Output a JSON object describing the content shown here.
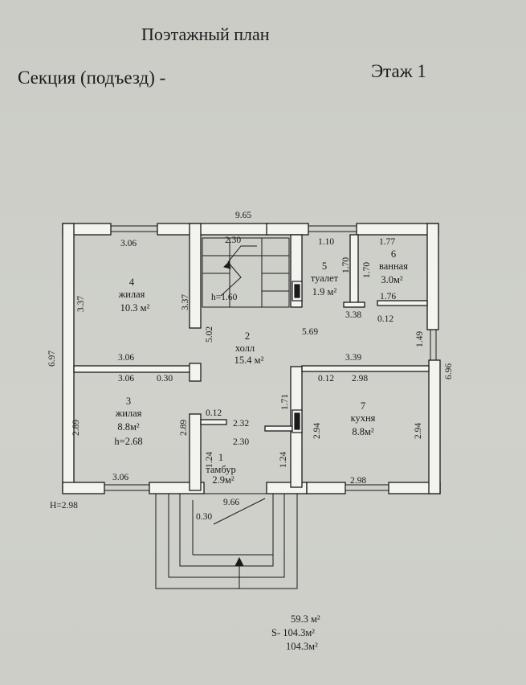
{
  "header": {
    "title": "Поэтажный план",
    "section_label": "Секция (подъезд) -",
    "floor_label": "Этаж 1"
  },
  "rooms": [
    {
      "number": "4",
      "name": "жилая",
      "area": "10.3 м²"
    },
    {
      "number": "2",
      "name": "холл",
      "area": "15.4 м²"
    },
    {
      "number": "5",
      "name": "туалет",
      "area": "1.9 м²"
    },
    {
      "number": "6",
      "name": "ванная",
      "area": "3.0м²"
    },
    {
      "number": "3",
      "name": "жилая",
      "area": "8.8м²",
      "height": "h=2.68"
    },
    {
      "number": "7",
      "name": "кухня",
      "area": "8.8м²"
    },
    {
      "number": "1",
      "name": "тамбур",
      "area": "2.9м²"
    }
  ],
  "dimensions": {
    "overall_width": "9.65",
    "overall_depth": "6.97",
    "right_depth": "6.96",
    "bottom_width": "9.66",
    "floor_height": "H=2.98",
    "stair_height": "h=1.60",
    "d_3_06_a": "3.06",
    "d_3_06_b": "3.06",
    "d_3_06_c": "3.06",
    "d_3_06_d": "3.06",
    "d_2_30_a": "2.30",
    "d_2_30_b": "2.30",
    "d_1_10": "1.10",
    "d_1_77": "1.77",
    "d_1_70_a": "1.70",
    "d_1_70_b": "1.70",
    "d_1_76": "1.76",
    "d_3_38": "3.38",
    "d_0_12_a": "0.12",
    "d_0_12_b": "0.12",
    "d_0_12_c": "0.12",
    "d_1_49": "1.49",
    "d_3_37_a": "3.37",
    "d_3_37_b": "3.37",
    "d_5_02": "5.02",
    "d_5_69": "5.69",
    "d_3_39": "3.39",
    "d_2_98_a": "2.98",
    "d_2_98_b": "2.98",
    "d_0_30_a": "0.30",
    "d_0_30_b": "0.30",
    "d_1_71": "1.71",
    "d_2_89_a": "2.89",
    "d_2_89_b": "2.89",
    "d_2_32": "2.32",
    "d_1_24_a": "1.24",
    "d_1_24_b": "1.24",
    "d_2_94_a": "2.94",
    "d_2_94_b": "2.94"
  },
  "totals": {
    "living": "59.3 м²",
    "total_label": "S- 104.3м²",
    "total": "104.3м²"
  }
}
